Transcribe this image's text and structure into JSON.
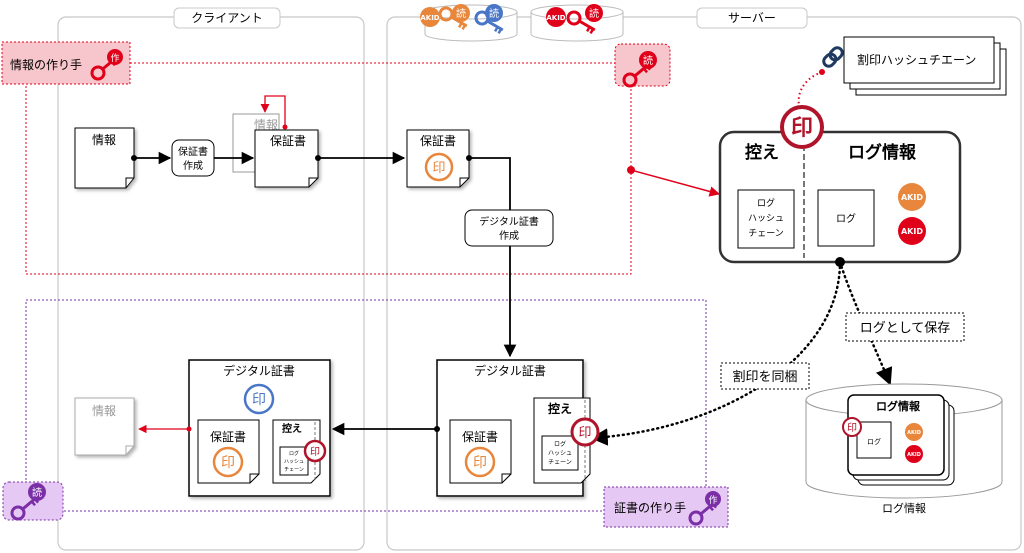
{
  "lanes": {
    "client": "クライアント",
    "server": "サーバー"
  },
  "badges": {
    "akid": "AKID",
    "read": "読",
    "create": "作",
    "seal": "印"
  },
  "labels": {
    "info_creator": "情報の作り手",
    "cert_creator": "証書の作り手",
    "hash_chain": "割印ハッシュチエーン"
  },
  "nodes": {
    "info": "情報",
    "info_ghost": "情報",
    "warranty_make_1": "保証書",
    "warranty_make_2": "作成",
    "warranty": "保証書",
    "warranty_server": "保証書",
    "digital_make_1": "デジタル証書",
    "digital_make_2": "作成",
    "hikae": "控え",
    "log_info": "ログ情報",
    "log_hash_1": "ログ",
    "log_hash_2": "ハッシュ",
    "log_hash_3": "チェーン",
    "log": "ログ",
    "digital_cert_server": "デジタル証書",
    "digital_cert_client": "デジタル証書",
    "info_faded": "情報"
  },
  "mini": {
    "hikae": "控え",
    "hash_1": "ログ",
    "hash_2": "ハッシュ",
    "hash_3": "チェーン",
    "log_info": "ログ情報",
    "log": "ログ"
  },
  "arrow_labels": {
    "save_as_log": "ログとして保存",
    "bundle_seal": "割印を同梱"
  },
  "db_label": "ログ情報",
  "colors": {
    "red": "#e0001a",
    "red_bg": "#f7c6cc",
    "purple": "#7a2fa6",
    "purple_bg": "#e5c8f3",
    "orange": "#e8863c",
    "blue": "#4a76c8",
    "lane_border": "#c8c8c8"
  }
}
